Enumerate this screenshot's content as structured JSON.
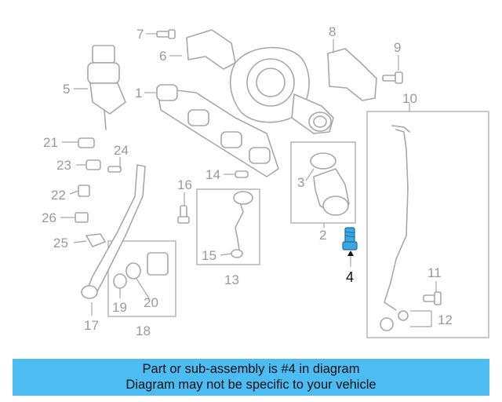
{
  "callouts": {
    "c1": "1",
    "c2": "2",
    "c3": "3",
    "c4": "4",
    "c5": "5",
    "c6": "6",
    "c7": "7",
    "c8": "8",
    "c9": "9",
    "c10": "10",
    "c11": "11",
    "c12": "12",
    "c13": "13",
    "c14": "14",
    "c15": "15",
    "c16": "16",
    "c17": "17",
    "c18": "18",
    "c19": "19",
    "c20": "20",
    "c21": "21",
    "c22": "22",
    "c23": "23",
    "c24": "24",
    "c25": "25",
    "c26": "26"
  },
  "highlight_part": "4",
  "colors": {
    "highlight_part": "#3aa7e0",
    "banner_bg": "#4dbcf3",
    "line_art": "#a8a8a8",
    "label_text": "#9a9a9a"
  },
  "banner": {
    "line1": "Part or sub-assembly is #4 in diagram",
    "line2": "Diagram may not be specific to your vehicle"
  }
}
